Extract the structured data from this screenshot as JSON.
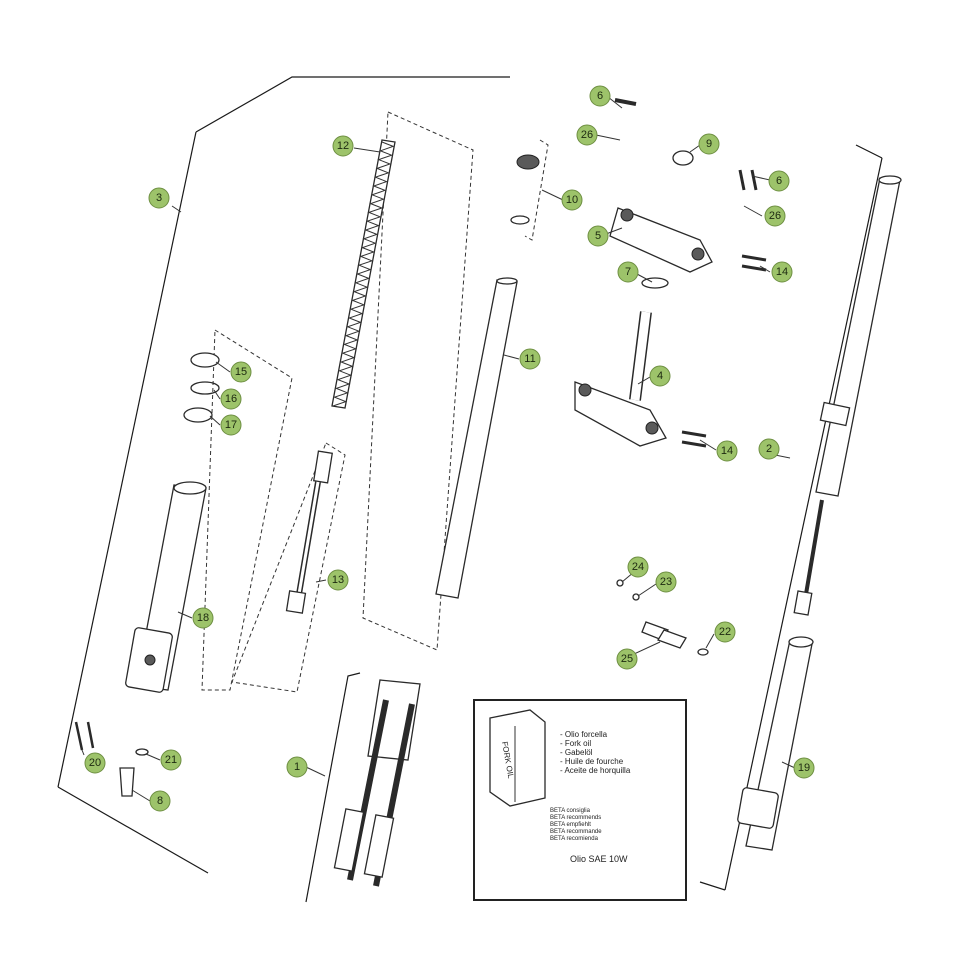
{
  "callout_color": "#9dc36a",
  "callouts": [
    {
      "id": "c1",
      "label": "1"
    },
    {
      "id": "c2",
      "label": "2"
    },
    {
      "id": "c3",
      "label": "3"
    },
    {
      "id": "c4",
      "label": "4"
    },
    {
      "id": "c5",
      "label": "5"
    },
    {
      "id": "c6a",
      "label": "6"
    },
    {
      "id": "c6b",
      "label": "6"
    },
    {
      "id": "c7",
      "label": "7"
    },
    {
      "id": "c8",
      "label": "8"
    },
    {
      "id": "c9",
      "label": "9"
    },
    {
      "id": "c10",
      "label": "10"
    },
    {
      "id": "c11",
      "label": "11"
    },
    {
      "id": "c12",
      "label": "12"
    },
    {
      "id": "c13",
      "label": "13"
    },
    {
      "id": "c14a",
      "label": "14"
    },
    {
      "id": "c14b",
      "label": "14"
    },
    {
      "id": "c15",
      "label": "15"
    },
    {
      "id": "c16",
      "label": "16"
    },
    {
      "id": "c17",
      "label": "17"
    },
    {
      "id": "c18",
      "label": "18"
    },
    {
      "id": "c19",
      "label": "19"
    },
    {
      "id": "c20",
      "label": "20"
    },
    {
      "id": "c21",
      "label": "21"
    },
    {
      "id": "c22",
      "label": "22"
    },
    {
      "id": "c23",
      "label": "23"
    },
    {
      "id": "c24",
      "label": "24"
    },
    {
      "id": "c25",
      "label": "25"
    },
    {
      "id": "c26a",
      "label": "26"
    },
    {
      "id": "c26b",
      "label": "26"
    }
  ],
  "oil_box": {
    "can_label": "FORK OIL",
    "lines": [
      "- Olio forcella",
      "- Fork oil",
      "- Gabelöl",
      "- Huile de fourche",
      "- Aceite de horquilla"
    ],
    "recommend": [
      "BETA consiglia",
      "BETA recommends",
      "BETA empfiehlt",
      "BETA recommande",
      "BETA recomienda"
    ],
    "grade": "Olio SAE 10W"
  }
}
